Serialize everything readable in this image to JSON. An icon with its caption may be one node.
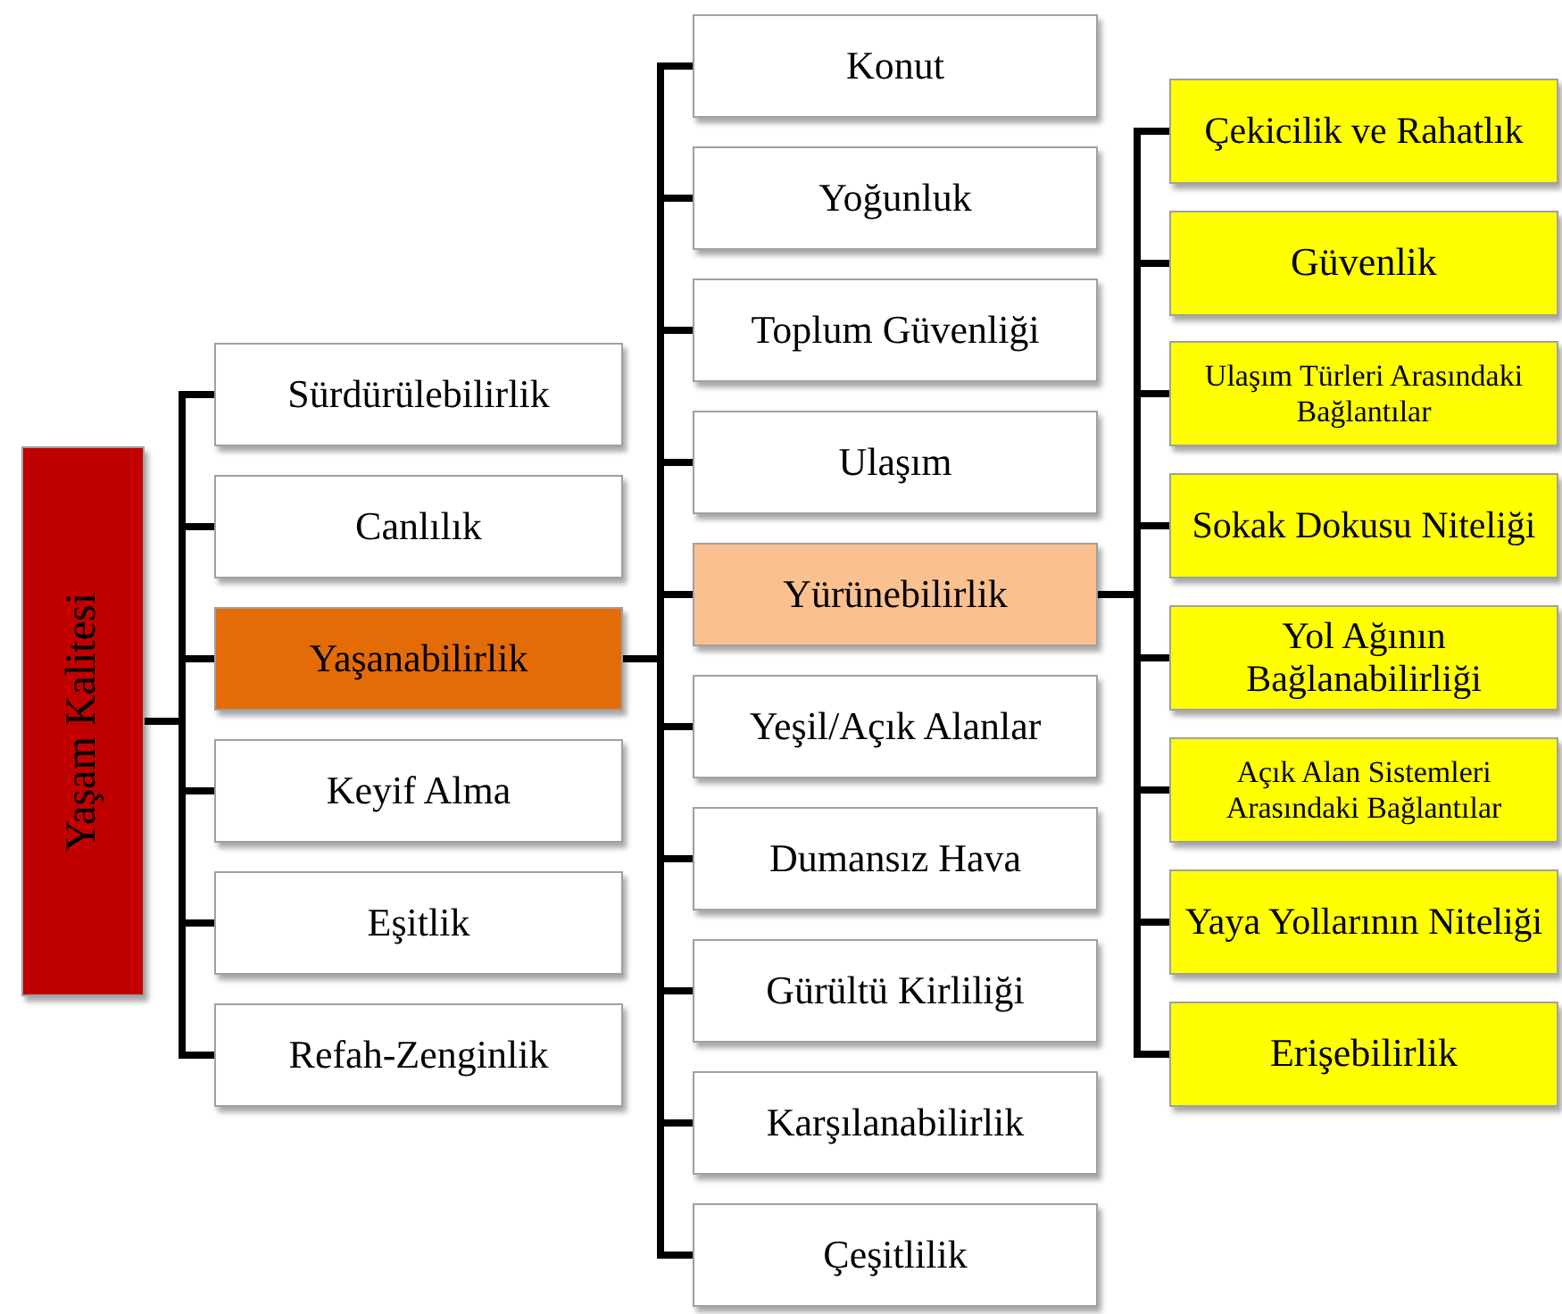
{
  "diagram": {
    "nodes": [
      {
        "text": [
          "Yaşam Kalitesi"
        ]
      },
      {
        "text": [
          "Sürdürülebilirlik"
        ]
      },
      {
        "text": [
          "Canlılık"
        ]
      },
      {
        "text": [
          "Yaşanabilirlik"
        ]
      },
      {
        "text": [
          "Keyif Alma"
        ]
      },
      {
        "text": [
          "Eşitlik"
        ]
      },
      {
        "text": [
          "Refah-Zenginlik"
        ]
      },
      {
        "text": [
          "Konut"
        ]
      },
      {
        "text": [
          "Yoğunluk"
        ]
      },
      {
        "text": [
          "Toplum Güvenliği"
        ]
      },
      {
        "text": [
          "Ulaşım"
        ]
      },
      {
        "text": [
          "Yürünebilirlik"
        ]
      },
      {
        "text": [
          "Yeşil/Açık Alanlar"
        ]
      },
      {
        "text": [
          "Dumansız Hava"
        ]
      },
      {
        "text": [
          "Gürültü Kirliliği"
        ]
      },
      {
        "text": [
          "Karşılanabilirlik"
        ]
      },
      {
        "text": [
          "Çeşitlilik"
        ]
      },
      {
        "text": [
          "Çekicilik ve Rahatlık"
        ]
      },
      {
        "text": [
          "Güvenlik"
        ]
      },
      {
        "text": [
          "Ulaşım Türleri Arasındaki Bağlantılar"
        ]
      },
      {
        "text": [
          "Sokak Dokusu Niteliği"
        ]
      },
      {
        "text": [
          "Yol Ağının Bağlanabilirliği"
        ]
      },
      {
        "text": [
          "Açık Alan Sistemleri Arasındaki Bağlantılar"
        ]
      },
      {
        "text": [
          "Yaya Yollarının Niteliği"
        ]
      },
      {
        "text": [
          "Erişebilirlik"
        ]
      }
    ],
    "edges": [
      {
        "from": 0,
        "to": 1,
        "arrow": "none"
      },
      {
        "from": 0,
        "to": 2,
        "arrow": "none"
      },
      {
        "from": 0,
        "to": 3,
        "arrow": "none"
      },
      {
        "from": 0,
        "to": 4,
        "arrow": "none"
      },
      {
        "from": 0,
        "to": 5,
        "arrow": "none"
      },
      {
        "from": 0,
        "to": 6,
        "arrow": "none"
      },
      {
        "from": 3,
        "to": 7,
        "arrow": "none"
      },
      {
        "from": 3,
        "to": 8,
        "arrow": "none"
      },
      {
        "from": 3,
        "to": 9,
        "arrow": "none"
      },
      {
        "from": 3,
        "to": 10,
        "arrow": "none"
      },
      {
        "from": 3,
        "to": 11,
        "arrow": "none"
      },
      {
        "from": 3,
        "to": 12,
        "arrow": "none"
      },
      {
        "from": 3,
        "to": 13,
        "arrow": "none"
      },
      {
        "from": 3,
        "to": 14,
        "arrow": "none"
      },
      {
        "from": 3,
        "to": 15,
        "arrow": "none"
      },
      {
        "from": 3,
        "to": 16,
        "arrow": "none"
      },
      {
        "from": 11,
        "to": 17,
        "arrow": "none"
      },
      {
        "from": 11,
        "to": 18,
        "arrow": "none"
      },
      {
        "from": 11,
        "to": 19,
        "arrow": "none"
      },
      {
        "from": 11,
        "to": 20,
        "arrow": "none"
      },
      {
        "from": 11,
        "to": 21,
        "arrow": "none"
      },
      {
        "from": 11,
        "to": 22,
        "arrow": "none"
      },
      {
        "from": 11,
        "to": 23,
        "arrow": "none"
      },
      {
        "from": 11,
        "to": 24,
        "arrow": "none"
      }
    ]
  }
}
